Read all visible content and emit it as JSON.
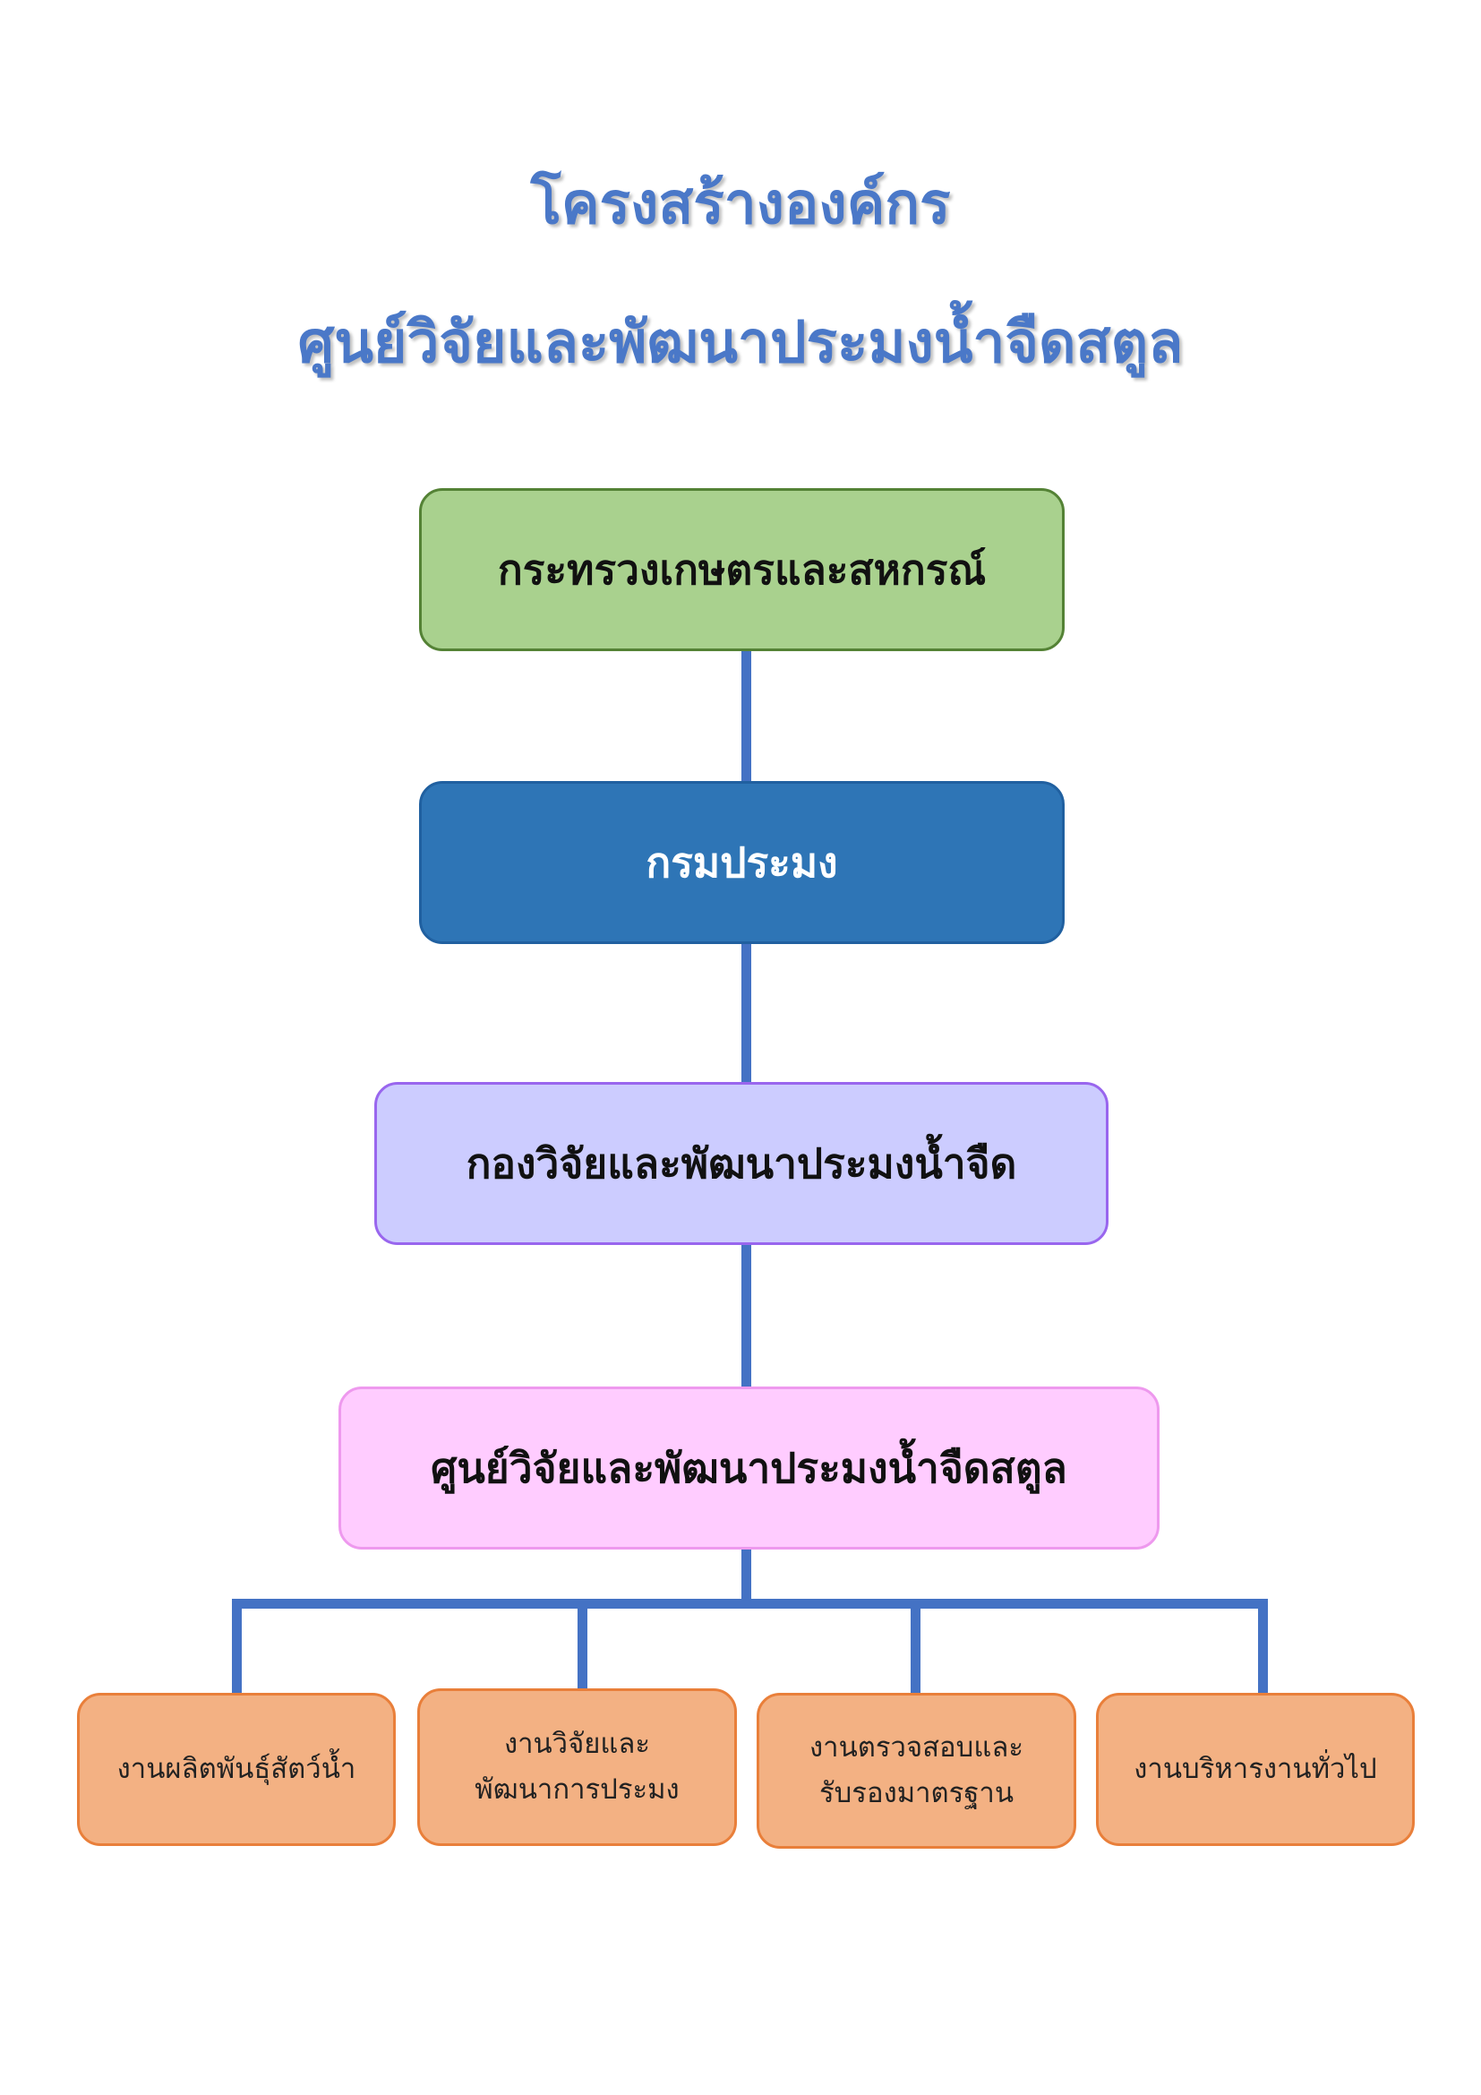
{
  "title": {
    "line1": "โครงสร้างองค์กร",
    "line2": "ศูนย์วิจัยและพัฒนาประมงน้ำจืดสตูล"
  },
  "org": {
    "level1": "กระทรวงเกษตรและสหกรณ์",
    "level2": "กรมประมง",
    "level3": "กองวิจัยและพัฒนาประมงน้ำจืด",
    "level4": "ศูนย์วิจัยและพัฒนาประมงน้ำจืดสตูล",
    "units": [
      {
        "line1": "งานผลิตพันธุ์สัตว์น้ำ",
        "line2": ""
      },
      {
        "line1": "งานวิจัยและ",
        "line2": "พัฒนาการประมง"
      },
      {
        "line1": "งานตรวจสอบและ",
        "line2": "รับรองมาตรฐาน"
      },
      {
        "line1": "งานบริหารงานทั่วไป",
        "line2": ""
      }
    ]
  },
  "colors": {
    "title": "#4a78c8",
    "connector": "#4472c4",
    "level1_fill": "#a9d18e",
    "level2_fill": "#2e75b6",
    "level3_fill": "#ccccff",
    "level4_fill": "#ffccff",
    "unit_fill": "#f3b183"
  }
}
